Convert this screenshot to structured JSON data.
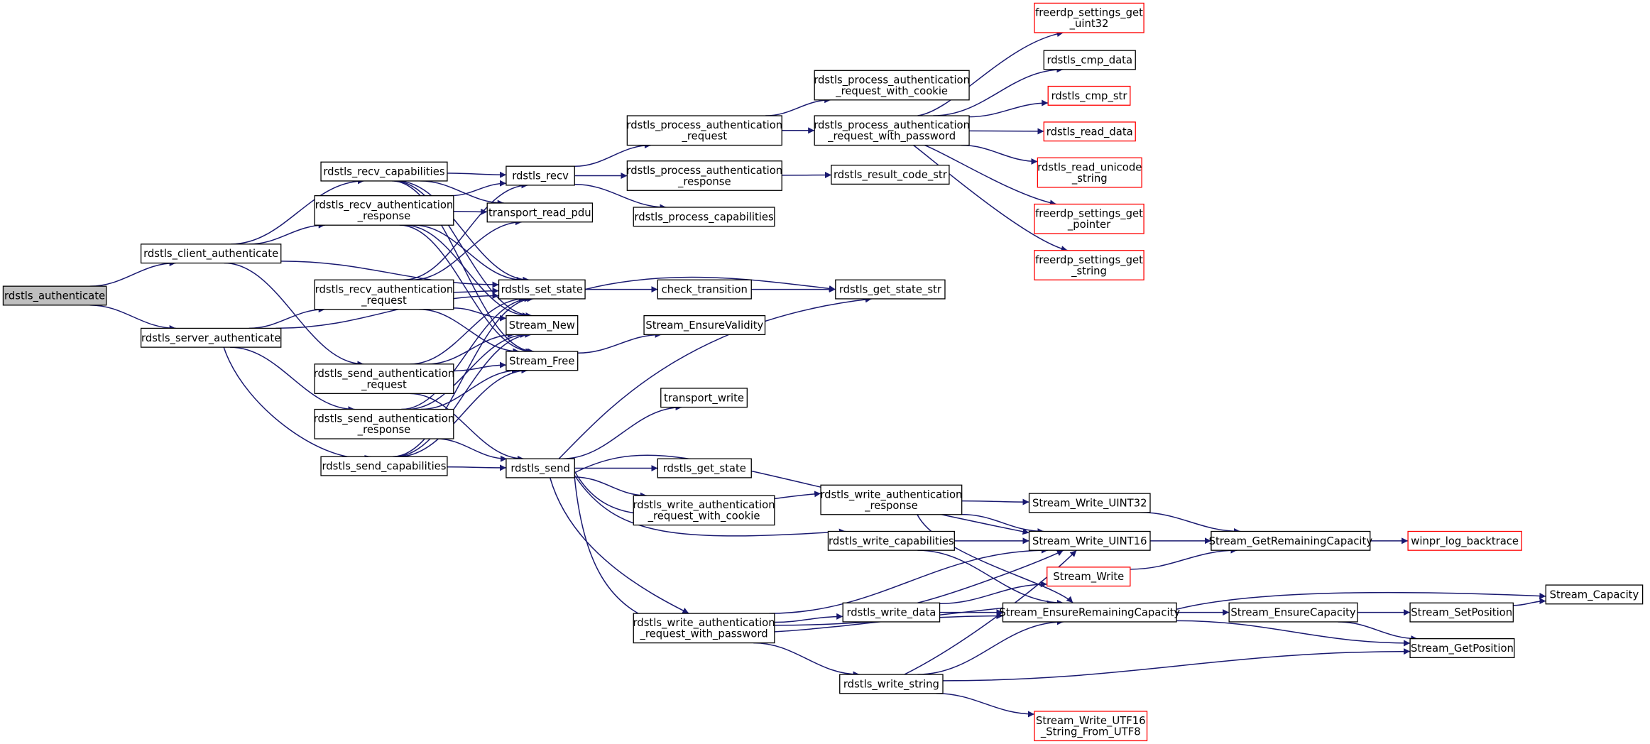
{
  "colors": {
    "edge": "#191970",
    "node_border": "#000000",
    "node_border_truncated": "#ff0000",
    "root_fill": "#bfbfbf",
    "node_fill": "#ffffff"
  },
  "nodes": [
    {
      "id": "rdstls_authenticate",
      "lines": [
        "rdstls_authenticate"
      ],
      "root": true
    },
    {
      "id": "rdstls_client_authenticate",
      "lines": [
        "rdstls_client_authenticate"
      ]
    },
    {
      "id": "rdstls_server_authenticate",
      "lines": [
        "rdstls_server_authenticate"
      ]
    },
    {
      "id": "rdstls_recv_capabilities",
      "lines": [
        "rdstls_recv_capabilities"
      ]
    },
    {
      "id": "rdstls_recv_authentication_response",
      "lines": [
        "rdstls_recv_authentication",
        "_response"
      ]
    },
    {
      "id": "rdstls_recv_authentication_request",
      "lines": [
        "rdstls_recv_authentication",
        "_request"
      ]
    },
    {
      "id": "rdstls_send_authentication_request",
      "lines": [
        "rdstls_send_authentication",
        "_request"
      ]
    },
    {
      "id": "rdstls_send_authentication_response",
      "lines": [
        "rdstls_send_authentication",
        "_response"
      ]
    },
    {
      "id": "rdstls_send_capabilities",
      "lines": [
        "rdstls_send_capabilities"
      ]
    },
    {
      "id": "rdstls_recv",
      "lines": [
        "rdstls_recv"
      ]
    },
    {
      "id": "transport_read_pdu",
      "lines": [
        "transport_read_pdu"
      ]
    },
    {
      "id": "rdstls_set_state",
      "lines": [
        "rdstls_set_state"
      ]
    },
    {
      "id": "Stream_New",
      "lines": [
        "Stream_New"
      ]
    },
    {
      "id": "Stream_Free",
      "lines": [
        "Stream_Free"
      ]
    },
    {
      "id": "rdstls_send",
      "lines": [
        "rdstls_send"
      ]
    },
    {
      "id": "rdstls_process_authentication_request",
      "lines": [
        "rdstls_process_authentication",
        "_request"
      ]
    },
    {
      "id": "rdstls_process_authentication_response",
      "lines": [
        "rdstls_process_authentication",
        "_response"
      ]
    },
    {
      "id": "rdstls_process_capabilities",
      "lines": [
        "rdstls_process_capabilities"
      ]
    },
    {
      "id": "check_transition",
      "lines": [
        "check_transition"
      ]
    },
    {
      "id": "Stream_EnsureValidity",
      "lines": [
        "Stream_EnsureValidity"
      ]
    },
    {
      "id": "transport_write",
      "lines": [
        "transport_write"
      ]
    },
    {
      "id": "rdstls_get_state",
      "lines": [
        "rdstls_get_state"
      ]
    },
    {
      "id": "rdstls_write_authentication_request_with_cookie",
      "lines": [
        "rdstls_write_authentication",
        "_request_with_cookie"
      ]
    },
    {
      "id": "rdstls_write_authentication_request_with_password",
      "lines": [
        "rdstls_write_authentication",
        "_request_with_password"
      ]
    },
    {
      "id": "rdstls_process_authentication_request_with_cookie",
      "lines": [
        "rdstls_process_authentication",
        "_request_with_cookie"
      ]
    },
    {
      "id": "rdstls_process_authentication_request_with_password",
      "lines": [
        "rdstls_process_authentication",
        "_request_with_password"
      ]
    },
    {
      "id": "rdstls_result_code_str",
      "lines": [
        "rdstls_result_code_str"
      ]
    },
    {
      "id": "rdstls_get_state_str",
      "lines": [
        "rdstls_get_state_str"
      ]
    },
    {
      "id": "rdstls_write_authentication_response",
      "lines": [
        "rdstls_write_authentication",
        "_response"
      ]
    },
    {
      "id": "rdstls_write_capabilities",
      "lines": [
        "rdstls_write_capabilities"
      ]
    },
    {
      "id": "rdstls_write_data",
      "lines": [
        "rdstls_write_data"
      ]
    },
    {
      "id": "rdstls_write_string",
      "lines": [
        "rdstls_write_string"
      ]
    },
    {
      "id": "freerdp_settings_get_uint32",
      "lines": [
        "freerdp_settings_get",
        "_uint32"
      ],
      "truncated": true
    },
    {
      "id": "rdstls_cmp_data",
      "lines": [
        "rdstls_cmp_data"
      ]
    },
    {
      "id": "rdstls_cmp_str",
      "lines": [
        "rdstls_cmp_str"
      ],
      "truncated": true
    },
    {
      "id": "rdstls_read_data",
      "lines": [
        "rdstls_read_data"
      ],
      "truncated": true
    },
    {
      "id": "rdstls_read_unicode_string",
      "lines": [
        "rdstls_read_unicode",
        "_string"
      ],
      "truncated": true
    },
    {
      "id": "freerdp_settings_get_pointer",
      "lines": [
        "freerdp_settings_get",
        "_pointer"
      ],
      "truncated": true
    },
    {
      "id": "freerdp_settings_get_string",
      "lines": [
        "freerdp_settings_get",
        "_string"
      ],
      "truncated": true
    },
    {
      "id": "Stream_Write_UINT32",
      "lines": [
        "Stream_Write_UINT32"
      ]
    },
    {
      "id": "Stream_Write_UINT16",
      "lines": [
        "Stream_Write_UINT16"
      ]
    },
    {
      "id": "Stream_Write",
      "lines": [
        "Stream_Write"
      ],
      "truncated": true
    },
    {
      "id": "Stream_EnsureRemainingCapacity",
      "lines": [
        "Stream_EnsureRemainingCapacity"
      ]
    },
    {
      "id": "Stream_Write_UTF16_String_From_UTF8",
      "lines": [
        "Stream_Write_UTF16",
        "_String_From_UTF8"
      ],
      "truncated": true
    },
    {
      "id": "Stream_GetRemainingCapacity",
      "lines": [
        "Stream_GetRemainingCapacity"
      ]
    },
    {
      "id": "Stream_EnsureCapacity",
      "lines": [
        "Stream_EnsureCapacity"
      ]
    },
    {
      "id": "winpr_log_backtrace",
      "lines": [
        "winpr_log_backtrace"
      ],
      "truncated": true
    },
    {
      "id": "Stream_SetPosition",
      "lines": [
        "Stream_SetPosition"
      ]
    },
    {
      "id": "Stream_GetPosition",
      "lines": [
        "Stream_GetPosition"
      ]
    },
    {
      "id": "Stream_Capacity",
      "lines": [
        "Stream_Capacity"
      ]
    }
  ],
  "edges": [
    [
      "rdstls_authenticate",
      "rdstls_client_authenticate"
    ],
    [
      "rdstls_authenticate",
      "rdstls_server_authenticate"
    ],
    [
      "rdstls_client_authenticate",
      "rdstls_recv_capabilities"
    ],
    [
      "rdstls_client_authenticate",
      "rdstls_recv_authentication_response"
    ],
    [
      "rdstls_client_authenticate",
      "rdstls_set_state"
    ],
    [
      "rdstls_client_authenticate",
      "rdstls_send_authentication_request"
    ],
    [
      "rdstls_server_authenticate",
      "rdstls_recv_authentication_request"
    ],
    [
      "rdstls_server_authenticate",
      "rdstls_set_state"
    ],
    [
      "rdstls_server_authenticate",
      "rdstls_send_authentication_response"
    ],
    [
      "rdstls_server_authenticate",
      "rdstls_send_capabilities"
    ],
    [
      "rdstls_recv_capabilities",
      "rdstls_recv"
    ],
    [
      "rdstls_recv_capabilities",
      "transport_read_pdu"
    ],
    [
      "rdstls_recv_capabilities",
      "rdstls_set_state"
    ],
    [
      "rdstls_recv_capabilities",
      "Stream_New"
    ],
    [
      "rdstls_recv_capabilities",
      "Stream_Free"
    ],
    [
      "rdstls_recv_authentication_response",
      "rdstls_recv"
    ],
    [
      "rdstls_recv_authentication_response",
      "transport_read_pdu"
    ],
    [
      "rdstls_recv_authentication_response",
      "rdstls_set_state"
    ],
    [
      "rdstls_recv_authentication_response",
      "Stream_New"
    ],
    [
      "rdstls_recv_authentication_response",
      "Stream_Free"
    ],
    [
      "rdstls_recv_authentication_request",
      "rdstls_recv"
    ],
    [
      "rdstls_recv_authentication_request",
      "transport_read_pdu"
    ],
    [
      "rdstls_recv_authentication_request",
      "rdstls_set_state"
    ],
    [
      "rdstls_recv_authentication_request",
      "Stream_New"
    ],
    [
      "rdstls_recv_authentication_request",
      "Stream_Free"
    ],
    [
      "rdstls_send_authentication_request",
      "rdstls_set_state"
    ],
    [
      "rdstls_send_authentication_request",
      "Stream_New"
    ],
    [
      "rdstls_send_authentication_request",
      "Stream_Free"
    ],
    [
      "rdstls_send_authentication_request",
      "rdstls_send"
    ],
    [
      "rdstls_send_authentication_response",
      "rdstls_set_state"
    ],
    [
      "rdstls_send_authentication_response",
      "Stream_New"
    ],
    [
      "rdstls_send_authentication_response",
      "Stream_Free"
    ],
    [
      "rdstls_send_authentication_response",
      "rdstls_send"
    ],
    [
      "rdstls_send_capabilities",
      "rdstls_set_state"
    ],
    [
      "rdstls_send_capabilities",
      "Stream_New"
    ],
    [
      "rdstls_send_capabilities",
      "Stream_Free"
    ],
    [
      "rdstls_send_capabilities",
      "rdstls_send"
    ],
    [
      "rdstls_recv",
      "rdstls_process_authentication_request"
    ],
    [
      "rdstls_recv",
      "rdstls_process_authentication_response"
    ],
    [
      "rdstls_recv",
      "rdstls_process_capabilities"
    ],
    [
      "rdstls_set_state",
      "check_transition"
    ],
    [
      "rdstls_set_state",
      "rdstls_get_state_str"
    ],
    [
      "Stream_Free",
      "Stream_EnsureValidity"
    ],
    [
      "rdstls_send",
      "rdstls_get_state_str"
    ],
    [
      "rdstls_send",
      "transport_write"
    ],
    [
      "rdstls_send",
      "rdstls_get_state"
    ],
    [
      "rdstls_send",
      "rdstls_write_authentication_request_with_cookie"
    ],
    [
      "rdstls_send",
      "rdstls_write_authentication_response"
    ],
    [
      "rdstls_send",
      "rdstls_write_capabilities"
    ],
    [
      "rdstls_send",
      "rdstls_write_authentication_request_with_password"
    ],
    [
      "rdstls_send",
      "Stream_Write_UINT16"
    ],
    [
      "rdstls_send",
      "Stream_EnsureRemainingCapacity"
    ],
    [
      "rdstls_process_authentication_request",
      "rdstls_process_authentication_request_with_cookie"
    ],
    [
      "rdstls_process_authentication_request",
      "rdstls_process_authentication_request_with_password"
    ],
    [
      "rdstls_process_authentication_response",
      "rdstls_result_code_str"
    ],
    [
      "check_transition",
      "rdstls_get_state_str"
    ],
    [
      "rdstls_process_authentication_request_with_password",
      "freerdp_settings_get_uint32"
    ],
    [
      "rdstls_process_authentication_request_with_password",
      "rdstls_cmp_data"
    ],
    [
      "rdstls_process_authentication_request_with_password",
      "rdstls_cmp_str"
    ],
    [
      "rdstls_process_authentication_request_with_password",
      "rdstls_read_data"
    ],
    [
      "rdstls_process_authentication_request_with_password",
      "rdstls_read_unicode_string"
    ],
    [
      "rdstls_process_authentication_request_with_password",
      "freerdp_settings_get_pointer"
    ],
    [
      "rdstls_process_authentication_request_with_password",
      "freerdp_settings_get_string"
    ],
    [
      "rdstls_write_authentication_response",
      "Stream_Write_UINT32"
    ],
    [
      "rdstls_write_authentication_response",
      "Stream_Write_UINT16"
    ],
    [
      "rdstls_write_authentication_response",
      "Stream_EnsureRemainingCapacity"
    ],
    [
      "rdstls_write_capabilities",
      "Stream_Write_UINT16"
    ],
    [
      "rdstls_write_capabilities",
      "Stream_EnsureRemainingCapacity"
    ],
    [
      "rdstls_write_authentication_request_with_password",
      "Stream_Write_UINT16"
    ],
    [
      "rdstls_write_authentication_request_with_password",
      "rdstls_write_data"
    ],
    [
      "rdstls_write_authentication_request_with_password",
      "Stream_EnsureRemainingCapacity"
    ],
    [
      "rdstls_write_authentication_request_with_password",
      "rdstls_write_string"
    ],
    [
      "rdstls_write_data",
      "Stream_Write_UINT16"
    ],
    [
      "rdstls_write_data",
      "Stream_Write"
    ],
    [
      "rdstls_write_data",
      "Stream_EnsureRemainingCapacity"
    ],
    [
      "rdstls_write_string",
      "Stream_Write_UINT16"
    ],
    [
      "rdstls_write_string",
      "Stream_EnsureRemainingCapacity"
    ],
    [
      "rdstls_write_string",
      "Stream_GetPosition"
    ],
    [
      "rdstls_write_string",
      "Stream_Write_UTF16_String_From_UTF8"
    ],
    [
      "Stream_Write_UINT32",
      "Stream_GetRemainingCapacity"
    ],
    [
      "Stream_Write_UINT16",
      "Stream_GetRemainingCapacity"
    ],
    [
      "Stream_Write",
      "Stream_GetRemainingCapacity"
    ],
    [
      "Stream_GetRemainingCapacity",
      "winpr_log_backtrace"
    ],
    [
      "Stream_EnsureRemainingCapacity",
      "Stream_EnsureCapacity"
    ],
    [
      "Stream_EnsureRemainingCapacity",
      "Stream_Capacity"
    ],
    [
      "Stream_EnsureRemainingCapacity",
      "Stream_GetPosition"
    ],
    [
      "Stream_EnsureCapacity",
      "Stream_SetPosition"
    ],
    [
      "Stream_EnsureCapacity",
      "Stream_GetPosition"
    ],
    [
      "Stream_SetPosition",
      "Stream_Capacity"
    ]
  ]
}
